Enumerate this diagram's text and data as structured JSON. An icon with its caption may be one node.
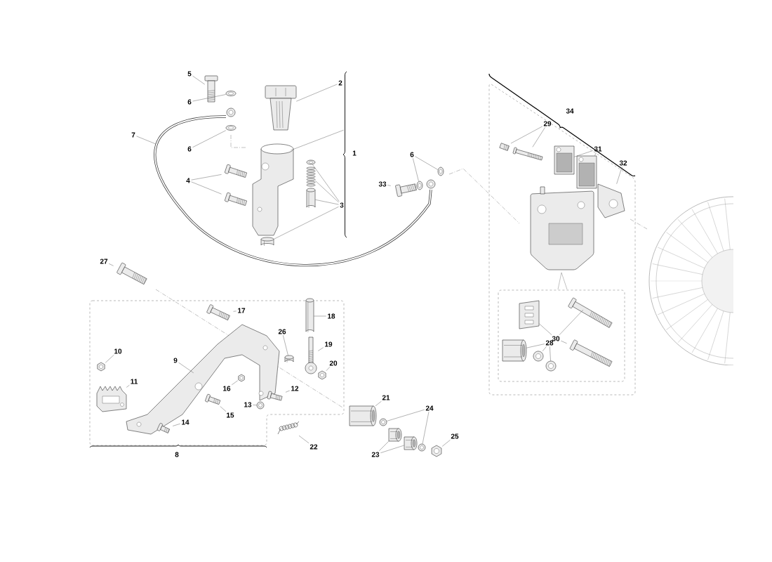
{
  "diagram": {
    "nodes": [
      {
        "text": [
          "5"
        ]
      },
      {
        "text": [
          "2"
        ]
      },
      {
        "text": [
          "6"
        ]
      },
      {
        "text": [
          "7"
        ]
      },
      {
        "text": [
          "6"
        ]
      },
      {
        "text": [
          "4"
        ]
      },
      {
        "text": [
          "3"
        ]
      },
      {
        "text": [
          "6"
        ]
      },
      {
        "text": [
          "33"
        ]
      },
      {
        "text": [
          "29"
        ]
      },
      {
        "text": [
          "31"
        ]
      },
      {
        "text": [
          "32"
        ]
      },
      {
        "text": [
          "27"
        ]
      },
      {
        "text": [
          "17"
        ]
      },
      {
        "text": [
          "18"
        ]
      },
      {
        "text": [
          "26"
        ]
      },
      {
        "text": [
          "19"
        ]
      },
      {
        "text": [
          "10"
        ]
      },
      {
        "text": [
          "9"
        ]
      },
      {
        "text": [
          "20"
        ]
      },
      {
        "text": [
          "11"
        ]
      },
      {
        "text": [
          "16"
        ]
      },
      {
        "text": [
          "12"
        ]
      },
      {
        "text": [
          "30"
        ]
      },
      {
        "text": [
          "28"
        ]
      },
      {
        "text": [
          "13"
        ]
      },
      {
        "text": [
          "15"
        ]
      },
      {
        "text": [
          "21"
        ]
      },
      {
        "text": [
          "24"
        ]
      },
      {
        "text": [
          "14"
        ]
      },
      {
        "text": [
          "22"
        ]
      },
      {
        "text": [
          "25"
        ]
      },
      {
        "text": [
          "23"
        ]
      },
      {
        "text": [],
        "shape": "picture"
      },
      {
        "text": [],
        "shape": "picture"
      },
      {
        "text": [],
        "shape": "picture"
      },
      {
        "text": [],
        "shape": "picture"
      },
      {
        "text": [],
        "shape": "picture"
      },
      {
        "text": [],
        "shape": "picture"
      },
      {
        "text": [],
        "shape": "picture"
      },
      {
        "text": [],
        "shape": "picture"
      },
      {
        "text": [],
        "shape": "picture"
      },
      {
        "text": [],
        "shape": "picture"
      },
      {
        "text": [],
        "shape": "picture"
      },
      {
        "text": [],
        "shape": "picture"
      },
      {
        "text": [],
        "shape": "picture"
      },
      {
        "text": [],
        "shape": "picture"
      },
      {
        "text": [],
        "shape": "picture"
      },
      {
        "text": [],
        "shape": "picture"
      },
      {
        "text": [],
        "shape": "picture"
      },
      {
        "text": [],
        "shape": "picture"
      },
      {
        "text": [],
        "shape": "picture"
      },
      {
        "text": [],
        "shape": "picture"
      },
      {
        "text": [],
        "shape": "picture"
      },
      {
        "text": [],
        "shape": "picture"
      },
      {
        "text": [],
        "shape": "picture"
      },
      {
        "text": [],
        "shape": "picture"
      },
      {
        "text": [],
        "shape": "picture"
      },
      {
        "text": [],
        "shape": "picture"
      },
      {
        "text": [],
        "shape": "picture"
      },
      {
        "text": [],
        "shape": "picture"
      },
      {
        "text": [],
        "shape": "picture"
      },
      {
        "text": [],
        "shape": "picture"
      },
      {
        "text": [],
        "shape": "picture"
      },
      {
        "text": [],
        "shape": "picture"
      },
      {
        "text": [],
        "shape": "picture"
      },
      {
        "text": [],
        "shape": "picture"
      },
      {
        "text": [],
        "shape": "picture"
      },
      {
        "text": [],
        "shape": "picture"
      },
      {
        "text": [],
        "shape": "picture"
      },
      {
        "text": [],
        "shape": "picture"
      },
      {
        "text": [],
        "shape": "picture"
      },
      {
        "text": [],
        "shape": "picture"
      },
      {
        "text": [],
        "shape": "picture"
      },
      {
        "text": [],
        "shape": "picture"
      },
      {
        "text": [],
        "shape": "picture"
      },
      {
        "text": [],
        "shape": "picture"
      },
      {
        "text": [],
        "shape": "picture"
      },
      {
        "text": [],
        "shape": "picture"
      },
      {
        "text": [],
        "shape": "picture"
      },
      {
        "text": [],
        "shape": "picture"
      }
    ],
    "edges": [
      {
        "from": 0,
        "to": 33,
        "arrow": "none"
      },
      {
        "from": 1,
        "to": 34,
        "arrow": "none"
      },
      {
        "from": 2,
        "to": 35,
        "arrow": "none"
      },
      {
        "from": 3,
        "to": null,
        "arrow": "none"
      },
      {
        "from": 4,
        "to": 36,
        "arrow": "none"
      },
      {
        "from": 5,
        "to": 37,
        "arrow": "none"
      },
      {
        "from": 5,
        "to": 38,
        "arrow": "none"
      },
      {
        "from": 6,
        "to": 39,
        "arrow": "none"
      },
      {
        "from": 6,
        "to": 40,
        "arrow": "none"
      },
      {
        "from": 6,
        "to": 41,
        "arrow": "none"
      },
      {
        "from": 6,
        "to": 42,
        "arrow": "none"
      },
      {
        "from": 7,
        "to": 43,
        "arrow": "none"
      },
      {
        "from": 7,
        "to": 44,
        "arrow": "none"
      },
      {
        "from": 8,
        "to": 45,
        "arrow": "none"
      },
      {
        "from": 9,
        "to": 46,
        "arrow": "none"
      },
      {
        "from": 9,
        "to": 47,
        "arrow": "none"
      },
      {
        "from": 10,
        "to": 48,
        "arrow": "none"
      },
      {
        "from": 10,
        "to": 49,
        "arrow": "none"
      },
      {
        "from": 11,
        "to": 50,
        "arrow": "none"
      },
      {
        "from": 12,
        "to": 51,
        "arrow": "none"
      },
      {
        "from": 13,
        "to": 52,
        "arrow": "none"
      },
      {
        "from": 14,
        "to": 53,
        "arrow": "none"
      },
      {
        "from": 15,
        "to": 54,
        "arrow": "none"
      },
      {
        "from": 16,
        "to": 55,
        "arrow": "none"
      },
      {
        "from": 17,
        "to": 56,
        "arrow": "none"
      },
      {
        "from": 18,
        "to": 57,
        "arrow": "none"
      },
      {
        "from": 19,
        "to": 58,
        "arrow": "none"
      },
      {
        "from": 20,
        "to": 59,
        "arrow": "none"
      },
      {
        "from": 21,
        "to": 60,
        "arrow": "none"
      },
      {
        "from": 22,
        "to": 61,
        "arrow": "none"
      },
      {
        "from": 23,
        "to": 62,
        "arrow": "none"
      },
      {
        "from": 23,
        "to": 63,
        "arrow": "none"
      },
      {
        "from": 23,
        "to": 64,
        "arrow": "none"
      },
      {
        "from": 24,
        "to": 65,
        "arrow": "none"
      },
      {
        "from": 24,
        "to": 66,
        "arrow": "none"
      },
      {
        "from": 24,
        "to": 67,
        "arrow": "none"
      },
      {
        "from": 25,
        "to": 68,
        "arrow": "none"
      },
      {
        "from": 26,
        "to": 69,
        "arrow": "none"
      },
      {
        "from": 27,
        "to": 70,
        "arrow": "none"
      },
      {
        "from": 28,
        "to": 71,
        "arrow": "none"
      },
      {
        "from": 28,
        "to": 72,
        "arrow": "none"
      },
      {
        "from": 29,
        "to": 73,
        "arrow": "none"
      },
      {
        "from": 30,
        "to": 74,
        "arrow": "none"
      },
      {
        "from": 31,
        "to": 75,
        "arrow": "none"
      },
      {
        "from": 32,
        "to": 76,
        "arrow": "none"
      },
      {
        "from": 32,
        "to": 77,
        "arrow": "none"
      },
      {
        "from": null,
        "to": 78,
        "arrow": "none"
      }
    ],
    "labels": [
      "1",
      "34",
      "8"
    ]
  }
}
